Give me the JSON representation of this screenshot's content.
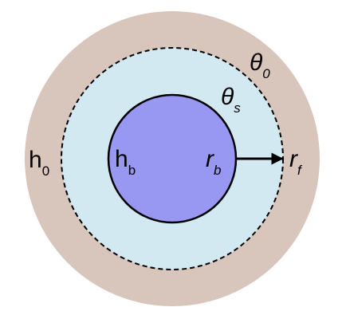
{
  "diagram": {
    "outer_region_color": "#d8c5bb",
    "middle_region_color": "#d3e9f1",
    "inner_region_color": "#9898f3",
    "outline_color": "#000000",
    "labels": {
      "theta0": {
        "base": "θ",
        "sub": "0"
      },
      "thetas": {
        "base": "θ",
        "sub": "s"
      },
      "h0": {
        "base": "h",
        "sub": "0"
      },
      "hb": {
        "base": "h",
        "sub": "b"
      },
      "rb": {
        "base": "r",
        "sub": "b"
      },
      "rf": {
        "base": "r",
        "sub": "f"
      }
    }
  }
}
